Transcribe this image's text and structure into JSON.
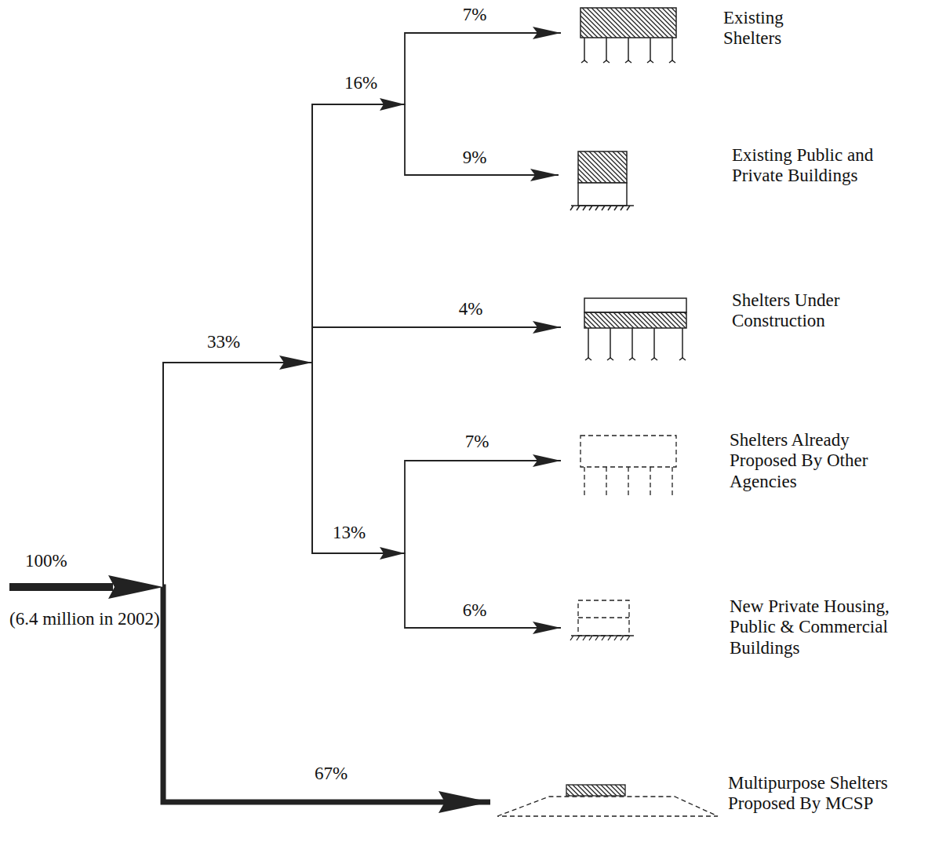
{
  "diagram": {
    "nodes": [
      {
        "text": [
          "100%",
          "(6.4 million in 2002)"
        ]
      },
      {
        "text": [
          "Existing Shelters"
        ]
      },
      {
        "text": [
          "Existing Public and Private Buildings"
        ]
      },
      {
        "text": [
          "Shelters Under Construction"
        ]
      },
      {
        "text": [
          "Shelters Already Proposed By Other Agencies"
        ]
      },
      {
        "text": [
          "New Private Housing, Public & Commercial Buildings"
        ]
      },
      {
        "text": [
          "Multipurpose Shelters Proposed By MCSP"
        ]
      }
    ],
    "edges": [
      {
        "from": 0,
        "to": 1,
        "label": "7%",
        "arrow": "to"
      },
      {
        "from": 0,
        "to": 2,
        "label": "9%",
        "arrow": "to"
      },
      {
        "from": 0,
        "to": 3,
        "label": "4%",
        "arrow": "to"
      },
      {
        "from": 0,
        "to": 4,
        "label": "7%",
        "arrow": "to"
      },
      {
        "from": 0,
        "to": 5,
        "label": "6%",
        "arrow": "to"
      },
      {
        "from": 0,
        "to": 6,
        "label": "67%",
        "arrow": "to"
      }
    ],
    "labels": [
      "33%",
      "16%",
      "13%"
    ]
  }
}
